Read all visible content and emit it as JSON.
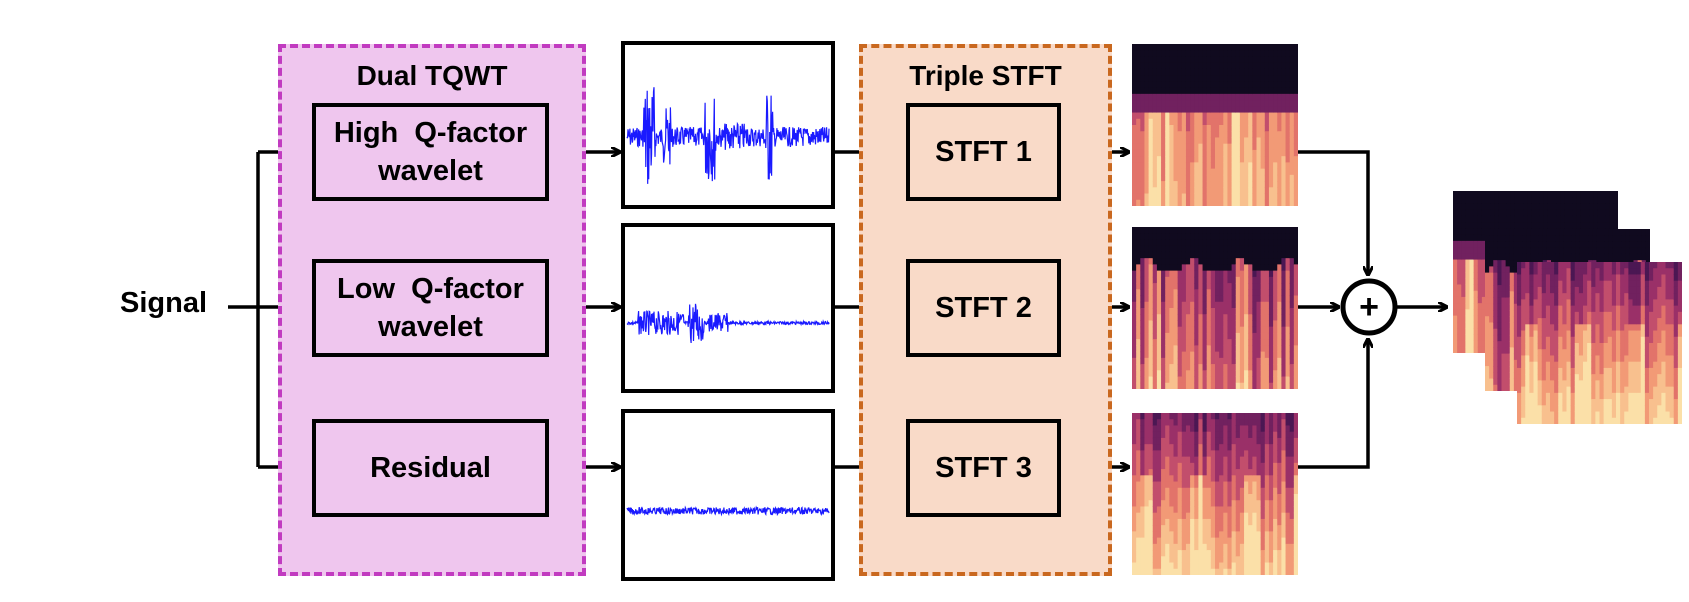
{
  "input": {
    "label": "Signal"
  },
  "groups": {
    "tqwt": {
      "title": "Dual TQWT",
      "fill": "#efc6ee",
      "border": "#c13bc0"
    },
    "stft": {
      "title": "Triple STFT",
      "fill": "#f9dac8",
      "border": "#c9681f"
    }
  },
  "tqwt_blocks": {
    "high": {
      "line1": "High  Q-factor",
      "line2": "wavelet"
    },
    "low": {
      "line1": "Low  Q-factor",
      "line2": "wavelet"
    },
    "residual": {
      "line1": "Residual"
    }
  },
  "stft_blocks": {
    "s1": "STFT 1",
    "s2": "STFT 2",
    "s3": "STFT 3"
  },
  "combiner": {
    "symbol": "+"
  },
  "colors": {
    "waveform": "#1a1aff",
    "spectrogram_dark": "#100a1f",
    "spectrogram_mid": "#b04a7a",
    "spectrogram_hot": "#f08a6a",
    "spectrogram_light": "#fbe0a0"
  }
}
